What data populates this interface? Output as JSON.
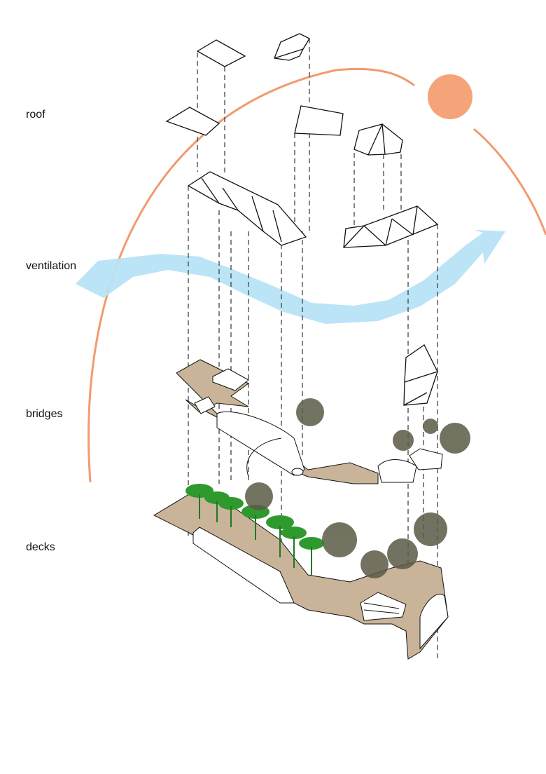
{
  "diagram": {
    "layers": [
      {
        "id": "roof",
        "label": "roof"
      },
      {
        "id": "ventilation",
        "label": "ventilation"
      },
      {
        "id": "bridges",
        "label": "bridges"
      },
      {
        "id": "decks",
        "label": "decks"
      }
    ],
    "colors": {
      "sun": "#f5a47a",
      "sun_path": "#f29a70",
      "wind": "#b7e3f6",
      "deck": "#c9b49a",
      "palm": "#2e9a2e",
      "tree": "#5b5a45",
      "line": "#111111",
      "dash": "#333333"
    }
  }
}
